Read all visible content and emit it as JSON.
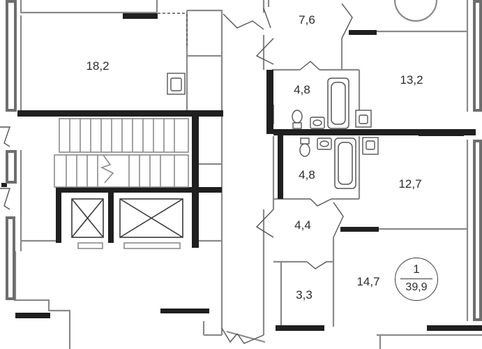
{
  "rooms": [
    {
      "id": "living-room",
      "area": "18,2"
    },
    {
      "id": "hall-top",
      "area": "7,6"
    },
    {
      "id": "bedroom-top",
      "area": "13,2"
    },
    {
      "id": "bathroom-top",
      "area": "4,8"
    },
    {
      "id": "bathroom-bottom",
      "area": "4,8"
    },
    {
      "id": "bedroom-middle",
      "area": "12,7"
    },
    {
      "id": "hall-bottom",
      "area": "4,4"
    },
    {
      "id": "storage",
      "area": "3,3"
    },
    {
      "id": "kitchen",
      "area": "14,7"
    }
  ],
  "apartment": {
    "number": "1",
    "total_area": "39,9"
  },
  "colors": {
    "wall": "#1f1f1f",
    "partition": "#8a8a8a",
    "fixture": "#555555",
    "window": "#6e6e6e"
  }
}
